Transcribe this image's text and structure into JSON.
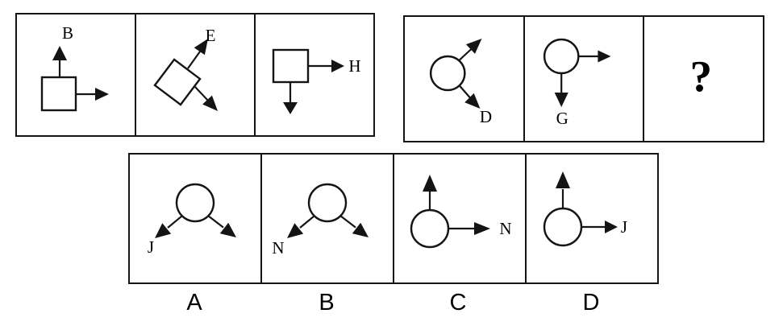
{
  "colors": {
    "ink": "#141414",
    "background": "#ffffff"
  },
  "puzzle": {
    "example_squares": {
      "panels": [
        {
          "shape": "square",
          "arrows": [
            "up",
            "right"
          ],
          "label": "B"
        },
        {
          "shape": "square-rotated",
          "arrows": [
            "up-right",
            "down-right"
          ],
          "label": "E"
        },
        {
          "shape": "square",
          "arrows": [
            "right",
            "down"
          ],
          "label": "H"
        }
      ]
    },
    "question_circles": {
      "panels": [
        {
          "shape": "circle",
          "arrows": [
            "up-right",
            "down-right"
          ],
          "label": "D"
        },
        {
          "shape": "circle",
          "arrows": [
            "right",
            "down"
          ],
          "label": "G"
        },
        {
          "shape": "question-mark",
          "arrows": [],
          "label": "?"
        }
      ]
    },
    "options": [
      {
        "key": "A",
        "shape": "circle",
        "arrows": [
          "down-left",
          "down-right"
        ],
        "label": "J"
      },
      {
        "key": "B",
        "shape": "circle",
        "arrows": [
          "down-left",
          "down-right"
        ],
        "label": "N"
      },
      {
        "key": "C",
        "shape": "circle",
        "arrows": [
          "up",
          "right"
        ],
        "label": "N"
      },
      {
        "key": "D",
        "shape": "circle",
        "arrows": [
          "up",
          "right"
        ],
        "label": "J"
      }
    ]
  }
}
